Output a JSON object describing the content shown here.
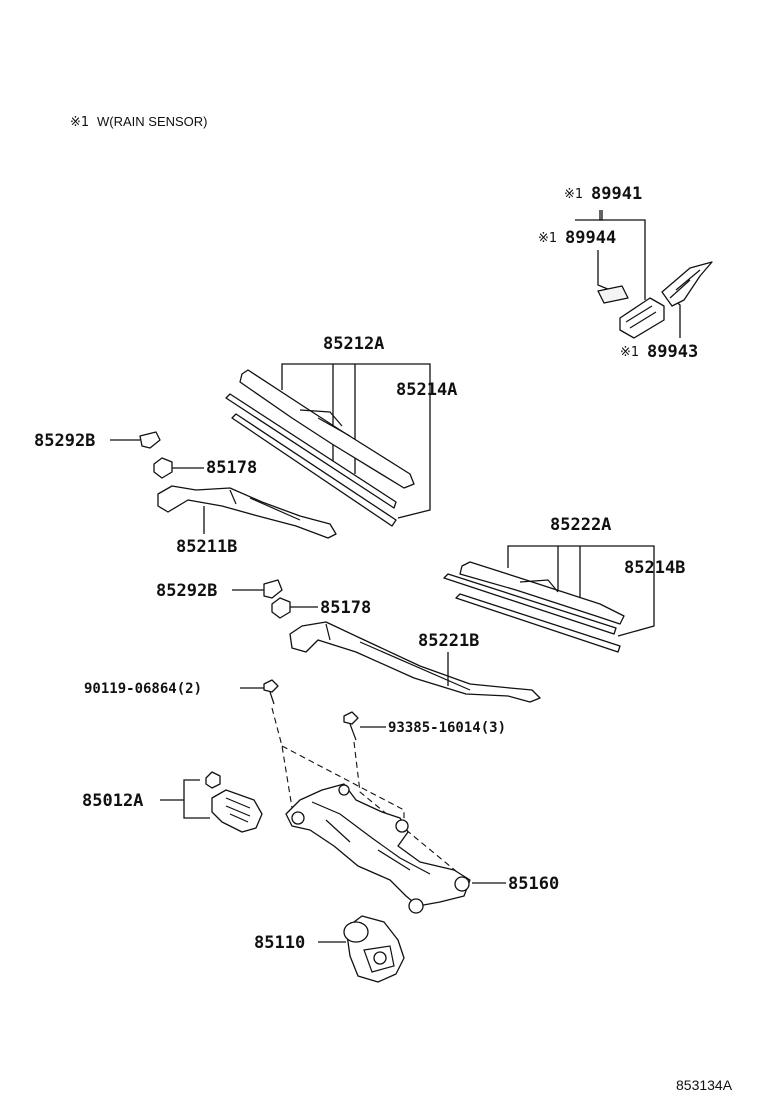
{
  "note": {
    "symbol": "※1",
    "text": "W(RAIN SENSOR)"
  },
  "callouts": {
    "p89941": {
      "prefix": "※1",
      "code": "89941"
    },
    "p89944": {
      "prefix": "※1",
      "code": "89944"
    },
    "p89943": {
      "prefix": "※1",
      "code": "89943"
    },
    "p85212A": "85212A",
    "p85214A": "85214A",
    "p85292B_1": "85292B",
    "p85178_1": "85178",
    "p85211B": "85211B",
    "p85222A": "85222A",
    "p85214B": "85214B",
    "p85292B_2": "85292B",
    "p85178_2": "85178",
    "p85221B": "85221B",
    "p90119": "90119-06864(2)",
    "p93385": "93385-16014(3)",
    "p85012A": "85012A",
    "p85160": "85160",
    "p85110": "85110"
  },
  "diagram_ref": "853134A"
}
